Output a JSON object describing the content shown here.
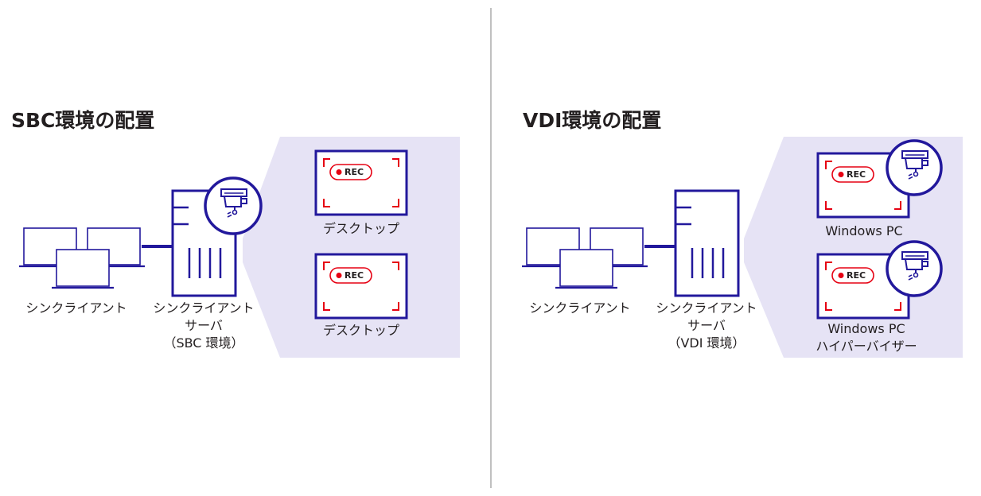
{
  "colors": {
    "navy": "#22189c",
    "lavender": "#e6e3f5",
    "red": "#e60012",
    "divider": "#c0c0c0"
  },
  "sbc": {
    "title": "SBC環境の配置",
    "client_label": "シンクライアント",
    "server_label": [
      "シンクライアント",
      "サーバ",
      "（SBC 環境）"
    ],
    "desktops": [
      {
        "label": "デスクトップ",
        "badge": "REC"
      },
      {
        "label": "デスクトップ",
        "badge": "REC"
      }
    ]
  },
  "vdi": {
    "title": "VDI環境の配置",
    "client_label": "シンクライアント",
    "server_label": [
      "シンクライアント",
      "サーバ",
      "（VDI 環境）"
    ],
    "pcs": [
      {
        "label": "Windows PC",
        "badge": "REC"
      },
      {
        "label": "Windows PC",
        "sublabel": "ハイパーバイザー",
        "badge": "REC"
      }
    ]
  }
}
